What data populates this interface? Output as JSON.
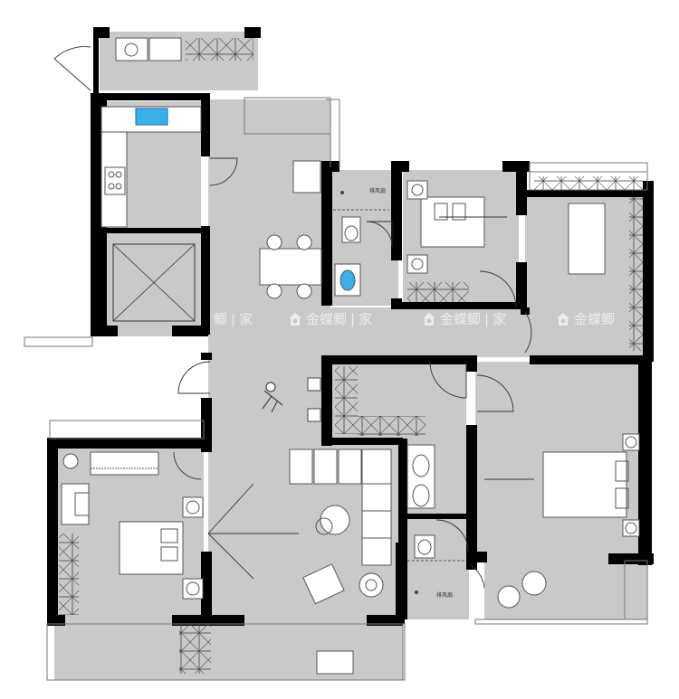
{
  "watermark": {
    "brand": "金蝶鲫",
    "suffix": "家",
    "left_fragment": "鲫",
    "separator": "|"
  },
  "labels": {
    "bath_top": "排风扇",
    "bath_lower": "排风扇"
  },
  "colors": {
    "floor": "#c9c9c9",
    "wall": "#000000",
    "fixture_line": "#555555",
    "sink_blue": "#3ab0e8",
    "watermark": "#f2f2f2"
  },
  "icons": [
    "compass-rose-icon",
    "person-icon",
    "sink-icon",
    "stove-icon",
    "bed-icon",
    "sofa-icon",
    "toilet-icon",
    "washbasin-icon",
    "plant-icon",
    "door-swing-icon",
    "wardrobe-icon",
    "logo-house-icon"
  ]
}
